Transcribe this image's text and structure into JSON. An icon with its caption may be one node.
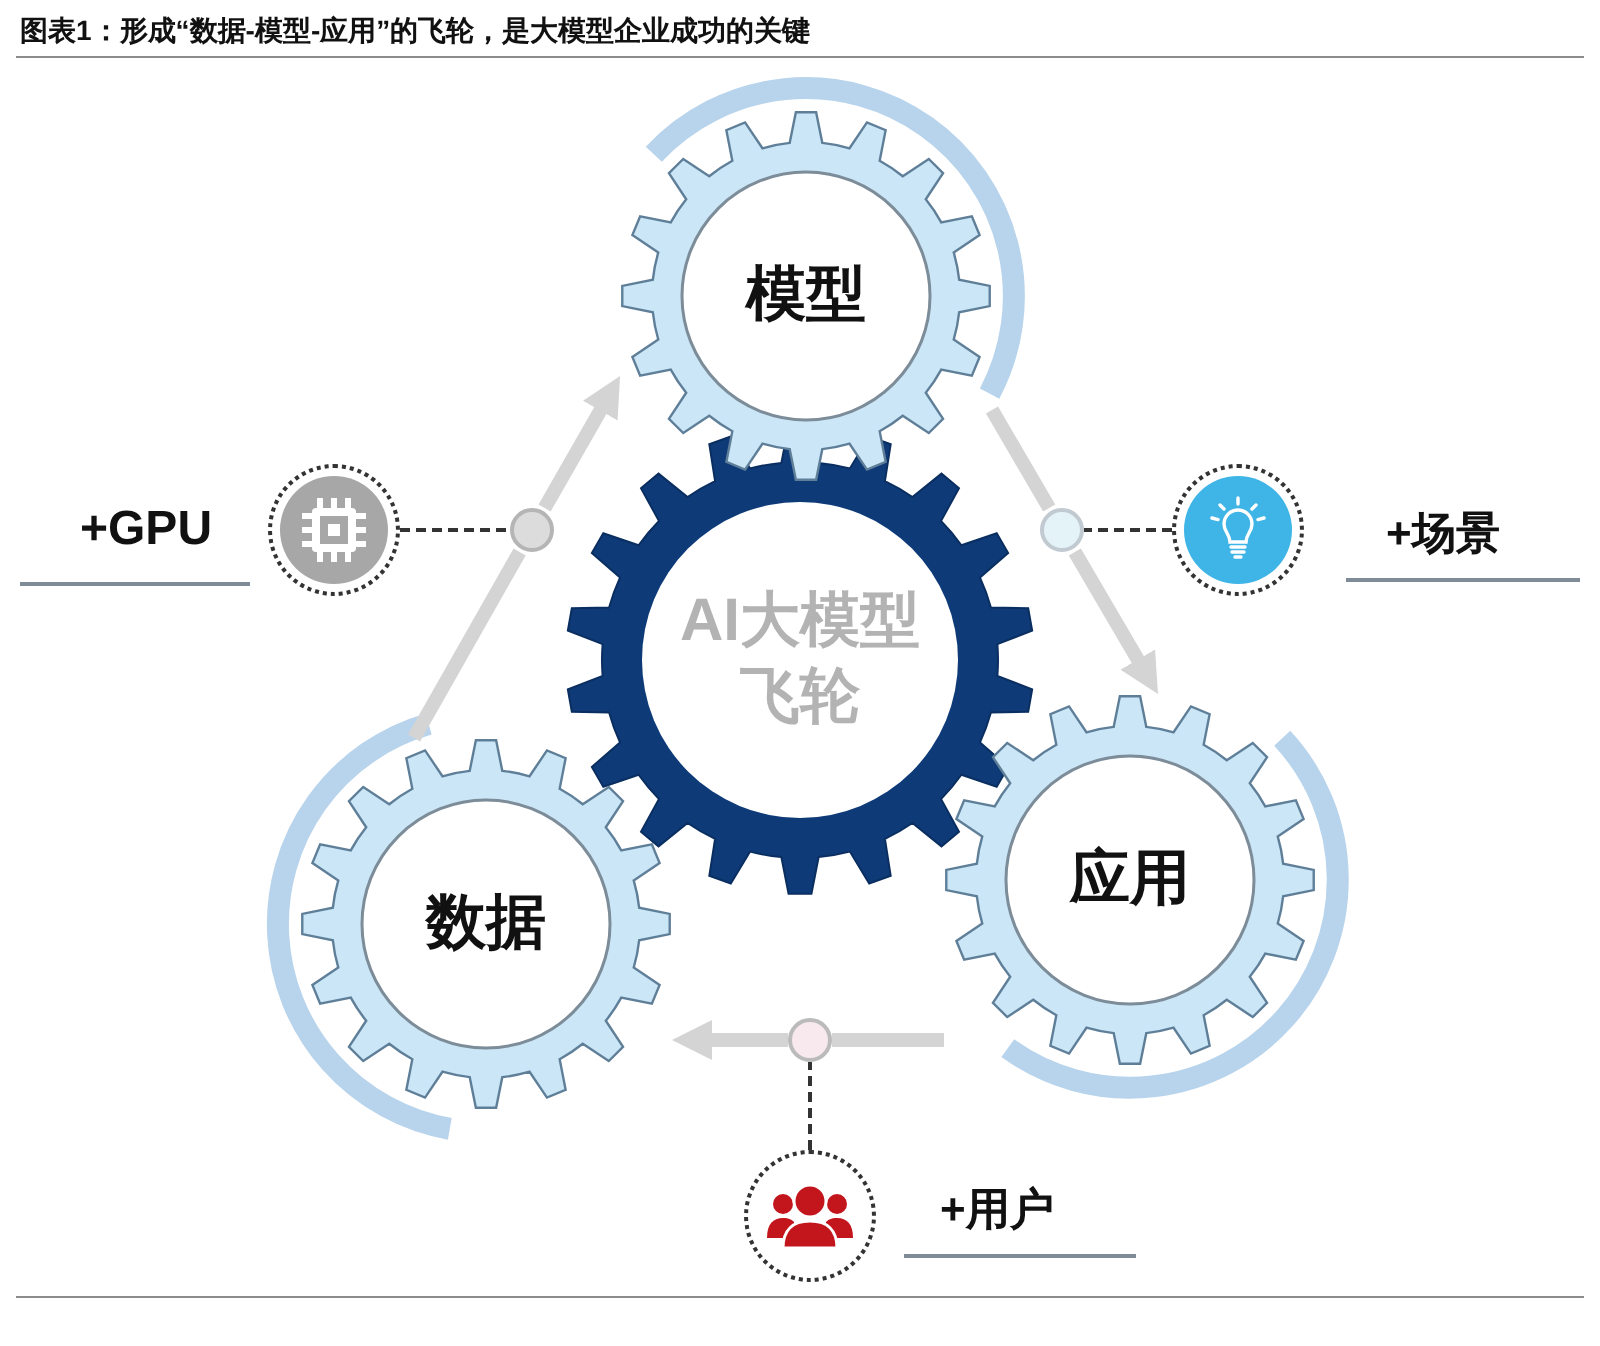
{
  "diagram": {
    "title": "图表1：形成“数据-模型-应用”的飞轮，是大模型企业成功的关键",
    "nodes": [
      {
        "text": [
          "模型"
        ]
      },
      {
        "text": [],
        "shape": "circle",
        "beside": [
          "+GPU"
        ]
      },
      {
        "text": [],
        "shape": "circle"
      },
      {
        "text": [],
        "shape": "circle"
      },
      {
        "text": [],
        "shape": "circle",
        "beside": [
          "+场景"
        ]
      },
      {
        "text": [
          "AI大模型飞轮"
        ]
      },
      {
        "text": [
          "应用"
        ]
      },
      {
        "text": [
          "数据"
        ]
      },
      {
        "text": [],
        "shape": "circle"
      },
      {
        "text": [],
        "shape": "circle",
        "beside": [
          "+用户"
        ]
      }
    ],
    "edges": [
      {
        "from": 7,
        "to": 2,
        "arrow": "none"
      },
      {
        "from": 2,
        "to": 0,
        "arrow": "to"
      },
      {
        "from": 0,
        "to": 3,
        "arrow": "none"
      },
      {
        "from": 3,
        "to": 6,
        "arrow": "to"
      },
      {
        "from": 6,
        "to": 8,
        "arrow": "none"
      },
      {
        "from": 8,
        "to": 7,
        "arrow": "to"
      },
      {
        "from": 1,
        "to": 2,
        "arrow": "none",
        "style": "dashed",
        "color": "#333333"
      },
      {
        "from": 4,
        "to": 3,
        "arrow": "none",
        "style": "dashed",
        "color": "#333333"
      },
      {
        "from": 9,
        "to": 8,
        "arrow": "none",
        "style": "dashed",
        "color": "#333333"
      }
    ]
  }
}
